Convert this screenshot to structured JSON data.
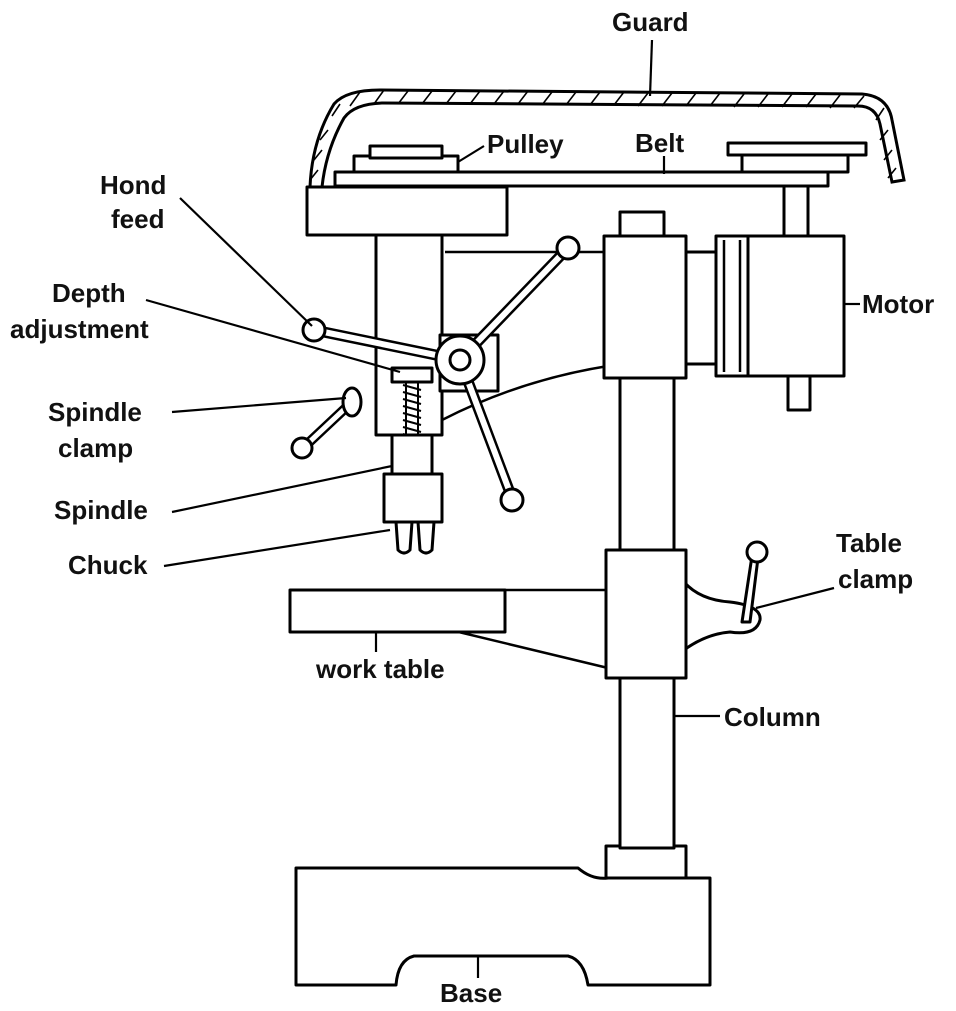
{
  "labels": {
    "guard": "Guard",
    "pulley": "Pulley",
    "belt": "Belt",
    "hand_feed_1": "Hond",
    "hand_feed_2": "feed",
    "depth_1": "Depth",
    "depth_2": "adjustment",
    "motor": "Motor",
    "spindle_clamp_1": "Spindle",
    "spindle_clamp_2": "clamp",
    "spindle": "Spindle",
    "chuck": "Chuck",
    "table_clamp_1": "Table",
    "table_clamp_2": "clamp",
    "work_table": "work table",
    "column": "Column",
    "base": "Base"
  }
}
